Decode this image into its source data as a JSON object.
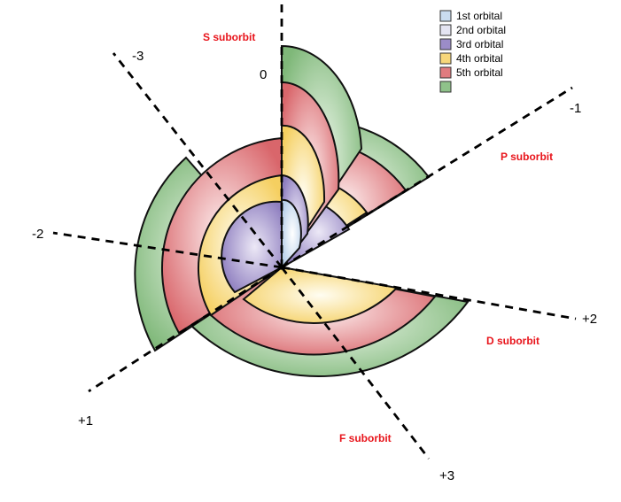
{
  "diagram": {
    "axis_labels": {
      "zero": "0",
      "minus1": "-1",
      "minus2": "-2",
      "minus3": "-3",
      "plus1": "+1",
      "plus2": "+2",
      "plus3": "+3"
    },
    "suborbit_labels": {
      "s": "S suborbit",
      "p": "P suborbit",
      "d": "D suborbit",
      "f": "F suborbit"
    },
    "legend": [
      {
        "label": "1st orbital",
        "color": "#c9dcf0"
      },
      {
        "label": "2nd orbital",
        "color": "#e4e4f2"
      },
      {
        "label": "3rd orbital",
        "color": "#9b8cc8"
      },
      {
        "label": "4th orbital",
        "color": "#f7d77a"
      },
      {
        "label": "5th orbital",
        "color": "#e07b7f"
      },
      {
        "label": "",
        "color": "#8fc28a"
      }
    ],
    "colors": {
      "orbital1": "#c9dcf0",
      "orbital3": "#9b8cc8",
      "orbital4": "#f7d77a",
      "orbital5": "#e07b7f",
      "orbital6": "#8fc28a",
      "label_red": "#e8141b"
    }
  }
}
